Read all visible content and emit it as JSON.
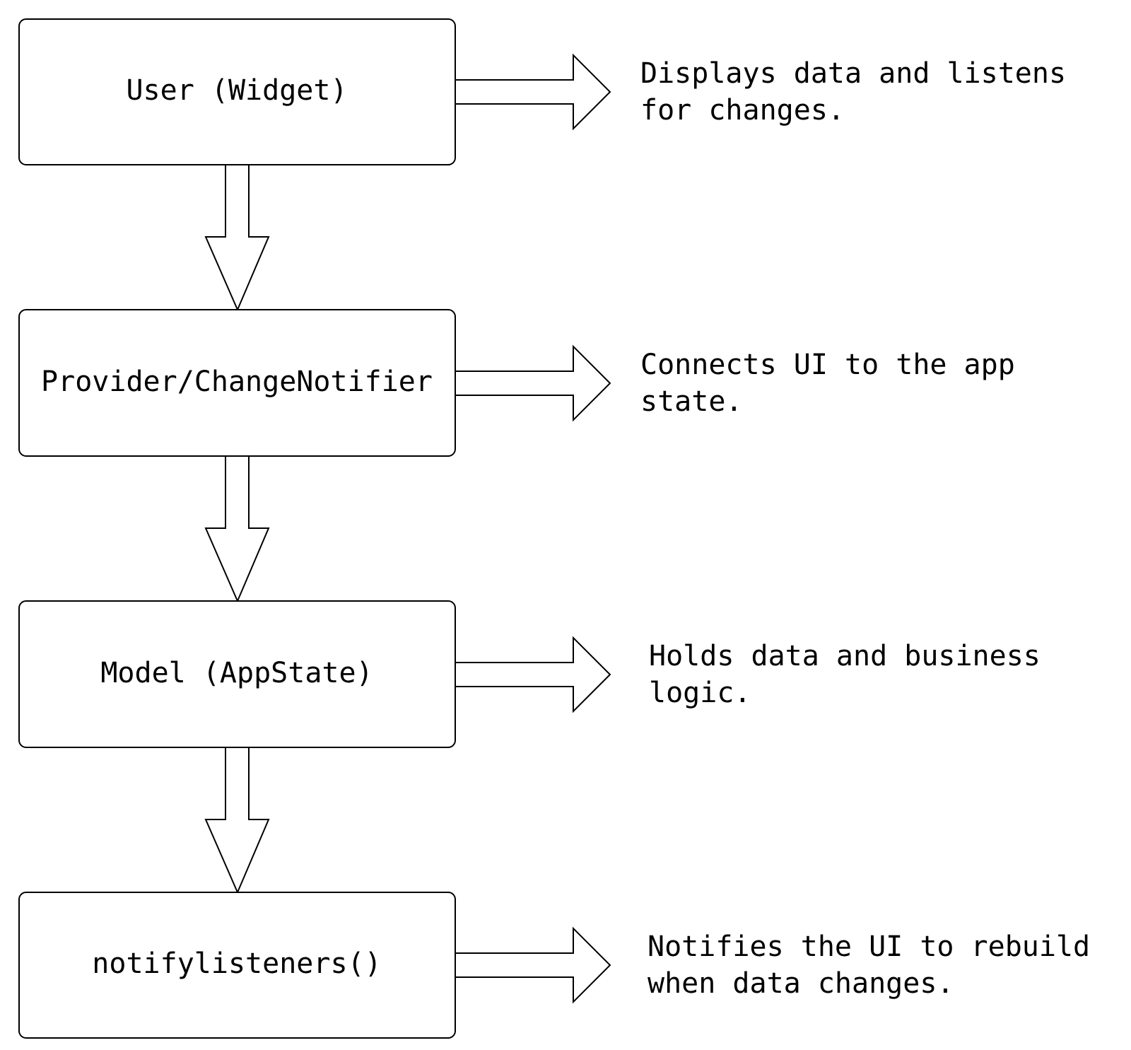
{
  "diagram": {
    "nodes": [
      {
        "label": "User (Widget)",
        "description": [
          "Displays data and listens",
          "for changes."
        ]
      },
      {
        "label": "Provider/ChangeNotifier",
        "description": [
          "Connects UI to the app",
          "state."
        ]
      },
      {
        "label": "Model (AppState)",
        "description": [
          "Holds data and business",
          "logic."
        ]
      },
      {
        "label": "notifylisteners()",
        "description": [
          "Notifies the UI to rebuild",
          "when data changes."
        ]
      }
    ]
  }
}
